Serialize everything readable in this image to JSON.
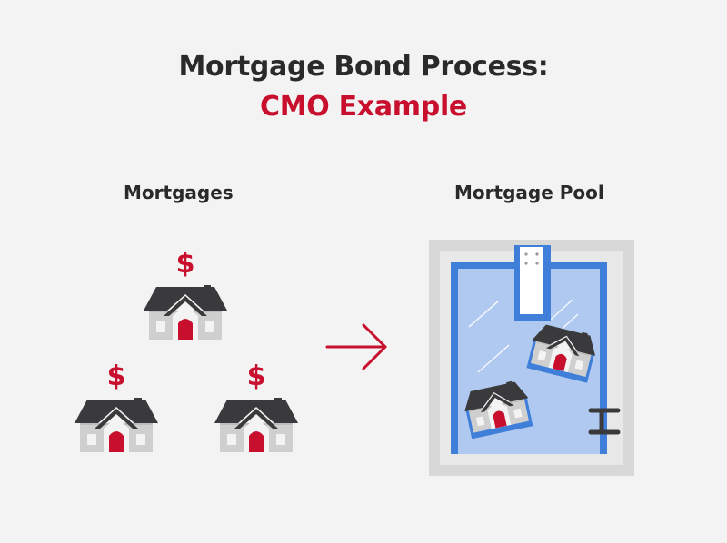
{
  "title": {
    "line1": "Mortgage Bond Process:",
    "line2": "CMO Example"
  },
  "labels": {
    "mortgages": "Mortgages",
    "pool": "Mortgage Pool"
  },
  "dollar_sign": "$",
  "colors": {
    "accent_red": "#c8102e",
    "roof": "#3a3a3c",
    "wall": "#cfcfcf",
    "pool_water": "#b0c9f0",
    "pool_edge": "#3f7fd9",
    "deck": "#d8d8d8",
    "background": "#f3f3f3"
  },
  "icons": [
    "house-icon",
    "dollar-sign-icon",
    "arrow-right-icon",
    "pool-icon",
    "diving-board-icon",
    "pool-ladder-icon"
  ]
}
